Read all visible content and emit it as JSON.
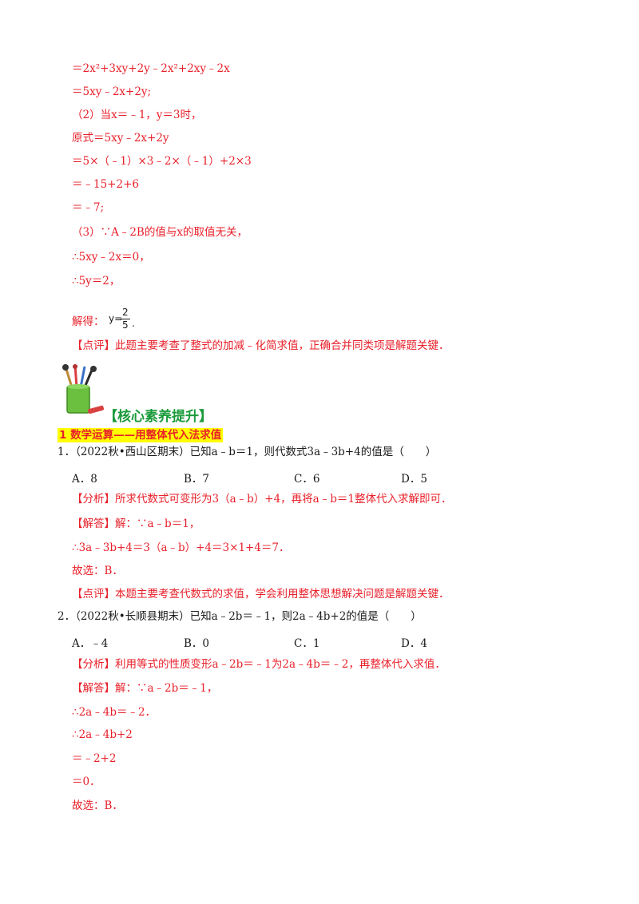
{
  "solution_top": {
    "lines": [
      "＝2x²+3xy+2y﹣2x²+2xy﹣2x",
      "＝5xy﹣2x+2y;",
      "（2）当x＝﹣1，y＝3时，",
      "原式＝5xy﹣2x+2y",
      "＝5×（﹣1）×3﹣2×（﹣1）+2×3",
      "＝﹣15+2+6",
      "＝﹣7;",
      "（3）∵A﹣2B的值与x的取值无关，",
      "∴5xy﹣2x＝0，",
      "∴5y＝2，"
    ],
    "solve_label": "解得：",
    "solve_var": "y=",
    "solve_num": "2",
    "solve_den": "5",
    "solve_end": ".",
    "comment": "【点评】此题主要考查了整式的加减﹣化简求值，正确合并同类项是解题关键．"
  },
  "section": {
    "icon": "pencil-cup-icon",
    "title": "【核心素养提升】",
    "subtitle": "1 数学运算——用整体代入法求值"
  },
  "questions": [
    {
      "stem": "1．（2022秋•西山区期末）已知a﹣b＝1，则代数式3a﹣3b+4的值是（　　）",
      "options": [
        "A．8",
        "B．7",
        "C．6",
        "D．5"
      ],
      "analysis": "【分析】所求代数式可变形为3（a﹣b）+4，再将a﹣b＝1整体代入求解即可．",
      "solution": [
        "【解答】解：∵a﹣b＝1，",
        "∴3a﹣3b+4＝3（a﹣b）+4＝3×1+4＝7．",
        "故选：B．"
      ],
      "comment": "【点评】本题主要考查代数式的求值，学会利用整体思想解决问题是解题关键．"
    },
    {
      "stem": "2．（2022秋•长顺县期末）已知a﹣2b＝﹣1，则2a﹣4b+2的值是（　　）",
      "options": [
        "A．﹣4",
        "B．0",
        "C．1",
        "D．4"
      ],
      "analysis": "【分析】利用等式的性质变形a﹣2b＝﹣1为2a﹣4b＝﹣2，再整体代入求值．",
      "solution": [
        "【解答】解：∵a﹣2b＝﹣1，",
        "∴2a﹣4b＝﹣2．",
        "∴2a﹣4b+2",
        "＝﹣2+2",
        "＝0．",
        "故选：B．"
      ]
    }
  ],
  "colors": {
    "answer": "#e8202a",
    "text": "#1a1a1a",
    "section": "#1a9a3a",
    "highlight": "#ffff00"
  }
}
